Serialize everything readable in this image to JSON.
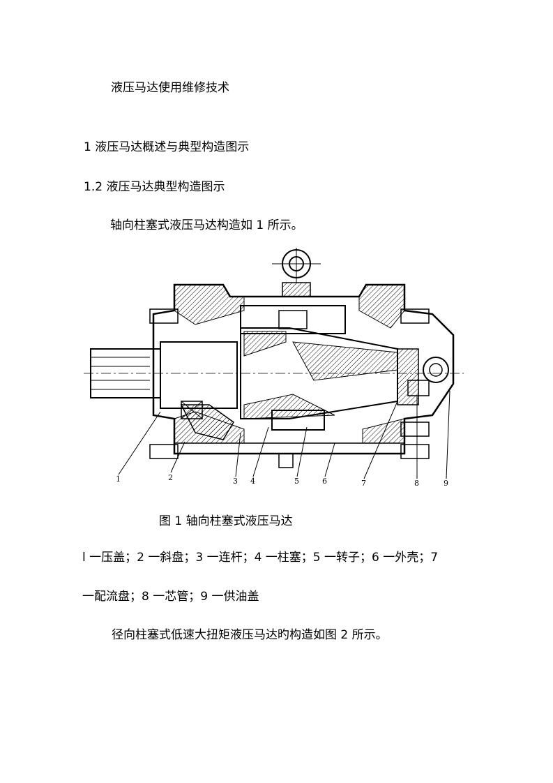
{
  "document": {
    "title": "液压马达使用维修技术",
    "heading1": "1  液压马达概述与典型构造图示",
    "heading2": "1.2  液压马达典型构造图示",
    "para1": "轴向柱塞式液压马达构造如 1 所示。",
    "figure": {
      "caption": "图 1 轴向柱塞式液压马达",
      "callouts": [
        "1",
        "2",
        "3",
        "4",
        "5",
        "6",
        "7",
        "8",
        "9"
      ]
    },
    "legend_line1": "l 一压盖；2 一斜盘；3 一连杆；4 一柱塞；5 一转子；6 一外壳；7",
    "legend_line2": "一配流盘；8 一芯管；9 一供油盖",
    "para2": "径向柱塞式低速大扭矩液压马达旳构造如图 2 所示。"
  }
}
